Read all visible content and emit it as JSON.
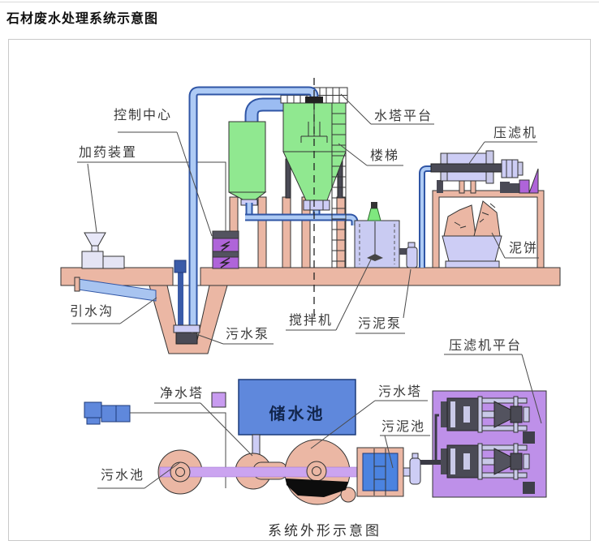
{
  "page": {
    "title": "石材废水处理系统示意图"
  },
  "upper_diagram": {
    "labels": {
      "control_center": "控制中心",
      "dosing_device": "加药装置",
      "water_tower_platform": "水塔平台",
      "stairs": "楼梯",
      "filter_press": "压滤机",
      "mud_cake": "泥饼",
      "diversion_ditch": "引水沟",
      "sewage_pump": "污水泵",
      "mixer": "搅拌机",
      "sludge_pump": "污泥泵"
    }
  },
  "lower_diagram": {
    "labels": {
      "filter_press_platform": "压滤机平台",
      "clean_water_tower": "净水塔",
      "sewage_tower": "污水塔",
      "storage_pool": "储水池",
      "sludge_pool": "污泥池",
      "sewage_pool": "污水池"
    },
    "caption": "系统外形示意图"
  },
  "colors": {
    "salmon_structure": "#EBB7A4",
    "tank_green": "#90E890",
    "pipe_outline_blue": "#2F55A5",
    "pipe_fill_blue": "#AECBF5",
    "equipment_lavender": "#CDCDF5",
    "control_purple": "#AF64D9",
    "platform_purple": "#BE90E9",
    "pool_blue": "#5F88DC",
    "bottom_pipe_purple": "#CBA4F0",
    "dark_metal": "#4A4A55"
  }
}
